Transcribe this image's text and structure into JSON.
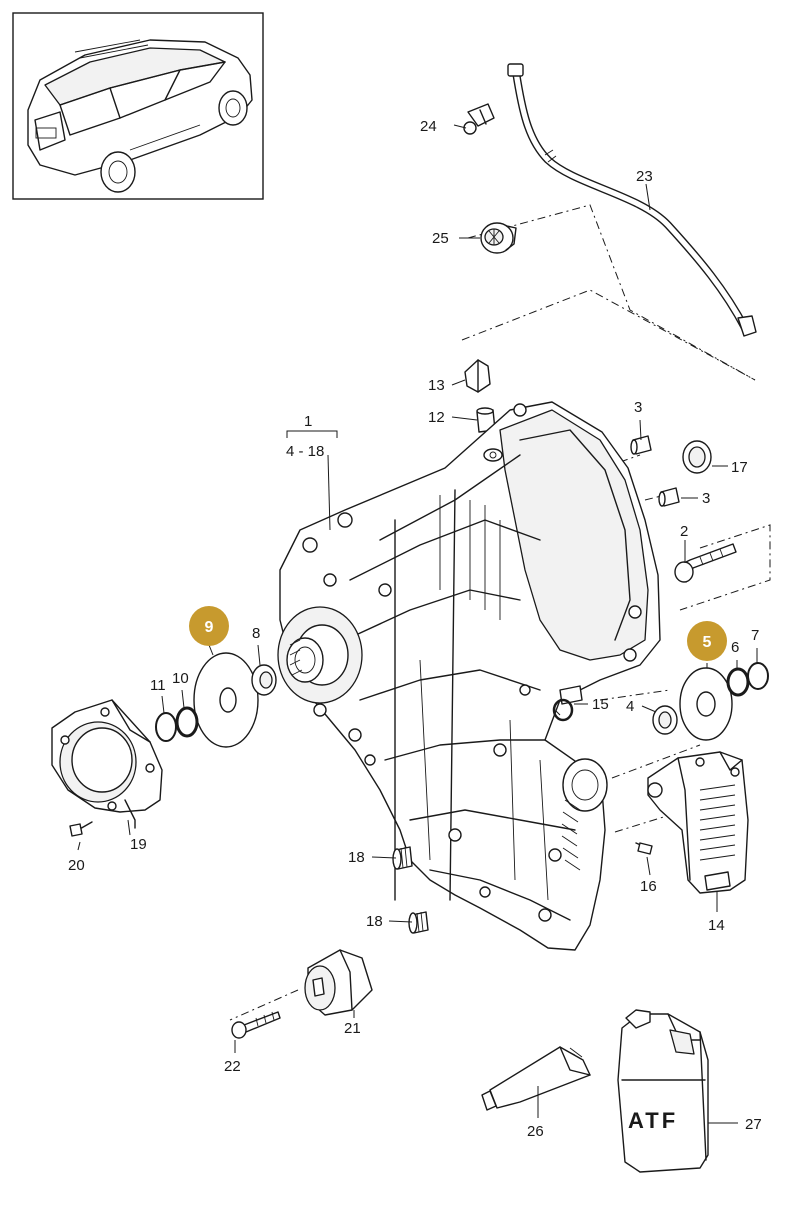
{
  "colors": {
    "highlight": "#c79a2e",
    "line": "#1a1a1a",
    "background": "#ffffff"
  },
  "callouts": [
    {
      "id": "c1",
      "text": "1"
    },
    {
      "id": "c1r",
      "text": "4 - 18"
    },
    {
      "id": "c2",
      "text": "2"
    },
    {
      "id": "c3a",
      "text": "3"
    },
    {
      "id": "c3b",
      "text": "3"
    },
    {
      "id": "c4",
      "text": "4"
    },
    {
      "id": "c6",
      "text": "6"
    },
    {
      "id": "c7",
      "text": "7"
    },
    {
      "id": "c8",
      "text": "8"
    },
    {
      "id": "c10",
      "text": "10"
    },
    {
      "id": "c11",
      "text": "11"
    },
    {
      "id": "c12",
      "text": "12"
    },
    {
      "id": "c13",
      "text": "13"
    },
    {
      "id": "c14",
      "text": "14"
    },
    {
      "id": "c15",
      "text": "15"
    },
    {
      "id": "c16",
      "text": "16"
    },
    {
      "id": "c17",
      "text": "17"
    },
    {
      "id": "c18a",
      "text": "18"
    },
    {
      "id": "c18b",
      "text": "18"
    },
    {
      "id": "c19",
      "text": "19"
    },
    {
      "id": "c20",
      "text": "20"
    },
    {
      "id": "c21",
      "text": "21"
    },
    {
      "id": "c22",
      "text": "22"
    },
    {
      "id": "c23",
      "text": "23"
    },
    {
      "id": "c24",
      "text": "24"
    },
    {
      "id": "c25",
      "text": "25"
    },
    {
      "id": "c26",
      "text": "26"
    },
    {
      "id": "c27",
      "text": "27"
    }
  ],
  "highlights": [
    {
      "id": "h9",
      "text": "9"
    },
    {
      "id": "h5",
      "text": "5"
    }
  ],
  "container_label": "ATF"
}
